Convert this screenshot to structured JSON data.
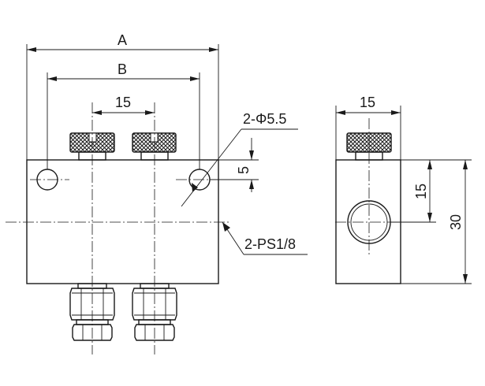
{
  "dimensions": {
    "overall_width": "A",
    "hole_spacing": "B",
    "plug_spacing": "15",
    "side_plug_offset": "15",
    "hole_offset": "5",
    "port_height": "15",
    "total_height": "30"
  },
  "callouts": {
    "mount_holes": "2-Φ5.5",
    "ports": "2-PS1/8"
  },
  "colors": {
    "line": "#1a1a1a",
    "background": "#ffffff"
  }
}
